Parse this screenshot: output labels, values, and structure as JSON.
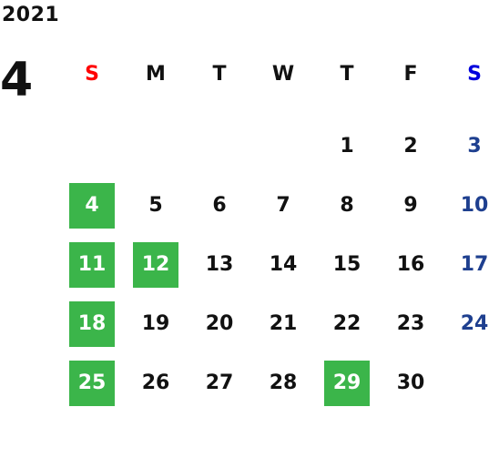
{
  "year": "2021",
  "month": "4",
  "weekdays": [
    "S",
    "M",
    "T",
    "W",
    "T",
    "F",
    "S"
  ],
  "weeks": [
    [
      "",
      "",
      "",
      "",
      "1",
      "2",
      "3"
    ],
    [
      "4",
      "5",
      "6",
      "7",
      "8",
      "9",
      "10"
    ],
    [
      "11",
      "12",
      "13",
      "14",
      "15",
      "16",
      "17"
    ],
    [
      "18",
      "19",
      "20",
      "21",
      "22",
      "23",
      "24"
    ],
    [
      "25",
      "26",
      "27",
      "28",
      "29",
      "30",
      ""
    ]
  ],
  "highlighted_days": [
    "4",
    "11",
    "12",
    "18",
    "25",
    "29"
  ],
  "colors": {
    "highlight": "#3bb54a",
    "sunday_header": "#ff0000",
    "saturday_header": "#0000dd",
    "saturday_dates": "#1e3f8f",
    "text": "#111111"
  }
}
